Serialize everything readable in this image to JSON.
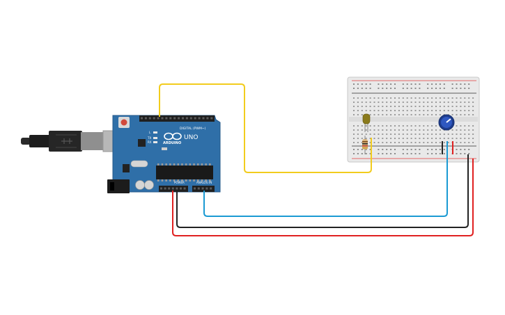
{
  "board": {
    "brand": "ARDUINO",
    "model": "UNO",
    "digital_label": "DIGITAL (PWM~)",
    "power_label": "POWER",
    "analog_label": "ANALOG IN",
    "tx_label": "TX",
    "rx_label": "RX",
    "l_label": "L",
    "color": "#2f6fa8"
  },
  "wires": {
    "signal_color": "#f2cc1d",
    "analog_color": "#1a9ad3",
    "ground_color": "#222222",
    "power_color": "#e02020"
  },
  "breadboard": {
    "rail_plus_color": "#e23b3b",
    "rail_minus_color": "#2b2b2b"
  }
}
